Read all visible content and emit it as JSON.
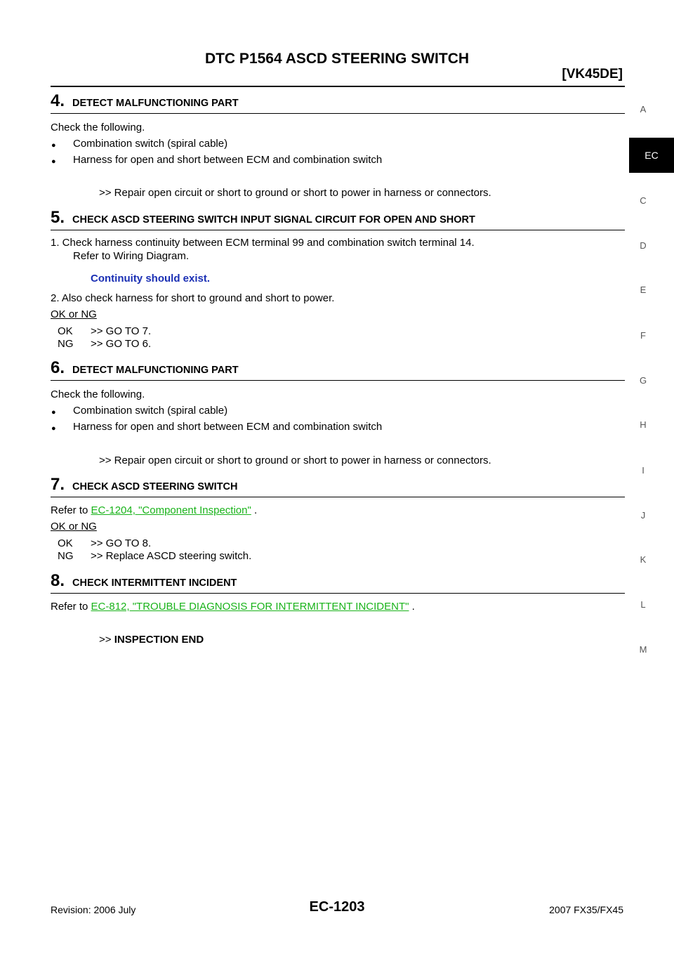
{
  "header": {
    "title": "DTC P1564 ASCD STEERING SWITCH",
    "model": "[VK45DE]"
  },
  "side_tabs": [
    "A",
    "EC",
    "C",
    "D",
    "E",
    "F",
    "G",
    "H",
    "I",
    "J",
    "K",
    "L",
    "M"
  ],
  "sections": {
    "s4": {
      "number": "4.",
      "heading": "DETECT MALFUNCTIONING PART",
      "intro": "Check the following.",
      "bullets": [
        "Combination switch (spiral cable)",
        "Harness for open and short between ECM and combination switch"
      ],
      "result": ">> Repair open circuit or short to ground or short to power in harness or connectors."
    },
    "s5": {
      "number": "5.",
      "heading": "CHECK ASCD STEERING SWITCH INPUT SIGNAL CIRCUIT FOR OPEN AND SHORT",
      "step1": "1.   Check harness continuity between ECM terminal 99 and combination switch terminal 14.",
      "step1b": "Refer to Wiring Diagram.",
      "spec": "Continuity should exist.",
      "step2": "2.   Also check harness for short to ground and short to power.",
      "okng": "OK or NG",
      "ok_label": "OK",
      "ok_action": ">> GO TO 7.",
      "ng_label": "NG",
      "ng_action": ">> GO TO 6."
    },
    "s6": {
      "number": "6.",
      "heading": "DETECT MALFUNCTIONING PART",
      "intro": "Check the following.",
      "bullets": [
        "Combination switch (spiral cable)",
        "Harness for open and short between ECM and combination switch"
      ],
      "result": ">> Repair open circuit or short to ground or short to power in harness or connectors."
    },
    "s7": {
      "number": "7.",
      "heading": "CHECK ASCD STEERING SWITCH",
      "refer_prefix": "Refer to",
      "link": "EC-1204, \"Component Inspection\"",
      "refer_suffix": ".",
      "okng": "OK or NG",
      "ok_label": "OK",
      "ok_action": ">> GO TO 8.",
      "ng_label": "NG",
      "ng_action": ">> Replace ASCD steering switch."
    },
    "s8": {
      "number": "8.",
      "heading": "CHECK INTERMITTENT INCIDENT",
      "refer_prefix": "Refer to",
      "link": "EC-812, \"TROUBLE DIAGNOSIS FOR INTERMITTENT INCIDENT\"",
      "refer_suffix": ".",
      "result_prefix": ">>",
      "result_text": "INSPECTION END"
    }
  },
  "footer": {
    "revision": "Revision: 2006 July",
    "page": "EC-1203",
    "model": "2007 FX35/FX45"
  }
}
